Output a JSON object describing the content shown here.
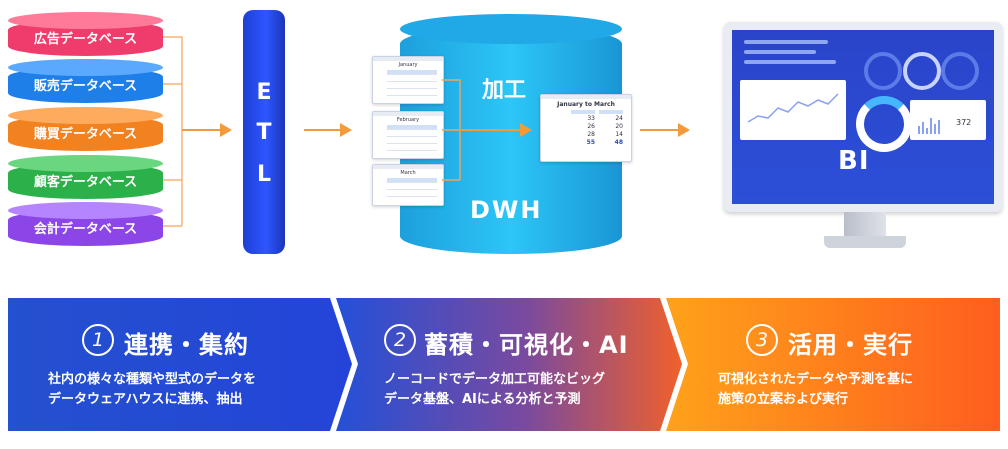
{
  "sources": [
    {
      "label": "広告データベース",
      "color": "#f03c6c",
      "top_color": "#ff7a99"
    },
    {
      "label": "販売データベース",
      "color": "#1f7fe8",
      "top_color": "#5aa9ff"
    },
    {
      "label": "購買データベース",
      "color": "#f2811f",
      "top_color": "#ffab5e"
    },
    {
      "label": "顧客データベース",
      "color": "#2bb04a",
      "top_color": "#6ad67f"
    },
    {
      "label": "会計データベース",
      "color": "#8c46e8",
      "top_color": "#b584ff"
    }
  ],
  "etl": {
    "letters": [
      "E",
      "T",
      "L"
    ]
  },
  "dwh": {
    "process_label": "加工",
    "label": "DWH"
  },
  "sheets": {
    "small": [
      "January",
      "February",
      "March"
    ],
    "merged": {
      "title": "January to March",
      "values": [
        [
          "33",
          "24"
        ],
        [
          "26",
          "20"
        ],
        [
          "28",
          "14"
        ],
        [
          "55",
          "48"
        ]
      ]
    }
  },
  "bi": {
    "label": "BI",
    "stat": "372"
  },
  "steps": [
    {
      "num": "1",
      "title": "連携・集約",
      "desc": [
        "社内の様々な種類や型式のデータを",
        "データウェアハウスに連携、抽出"
      ]
    },
    {
      "num": "2",
      "title": "蓄積・可視化・AI",
      "desc": [
        "ノーコードでデータ加工可能なビッグ",
        "データ基盤、AIによる分析と予測"
      ]
    },
    {
      "num": "3",
      "title": "活用・実行",
      "desc": [
        "可視化されたデータや予測を基に",
        "施策の立案および実行"
      ]
    }
  ],
  "colors": {
    "arrow": "#f39a3c",
    "connector": "#f3a35b"
  }
}
